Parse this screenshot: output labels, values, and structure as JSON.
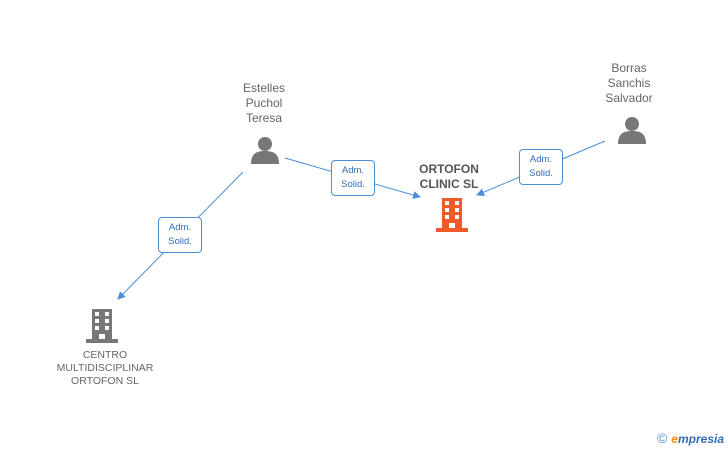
{
  "nodes": {
    "estelles": {
      "label": "Estelles\nPuchol\nTeresa",
      "type": "person"
    },
    "borras": {
      "label": "Borras\nSanchis\nSalvador",
      "type": "person"
    },
    "ortofon_clinic": {
      "label": "ORTOFON\nCLINIC SL",
      "type": "company-main"
    },
    "centro": {
      "label": "CENTRO\nMULTIDISCIPLINAR\nORTOFON SL",
      "type": "company"
    }
  },
  "edges": [
    {
      "from": "estelles",
      "to": "ortofon_clinic",
      "line1": "Adm.",
      "line2": "Solid."
    },
    {
      "from": "borras",
      "to": "ortofon_clinic",
      "line1": "Adm.",
      "line2": "Solid."
    },
    {
      "from": "estelles",
      "to": "centro",
      "line1": "Adm.",
      "line2": "Solid."
    }
  ],
  "colors": {
    "edge": "#4a8fd8",
    "person_icon": "#777777",
    "company_icon": "#777777",
    "main_company_icon": "#f05a28"
  },
  "footer": {
    "copyright": "©",
    "brand_initial": "e",
    "brand_rest": "mpresia"
  }
}
